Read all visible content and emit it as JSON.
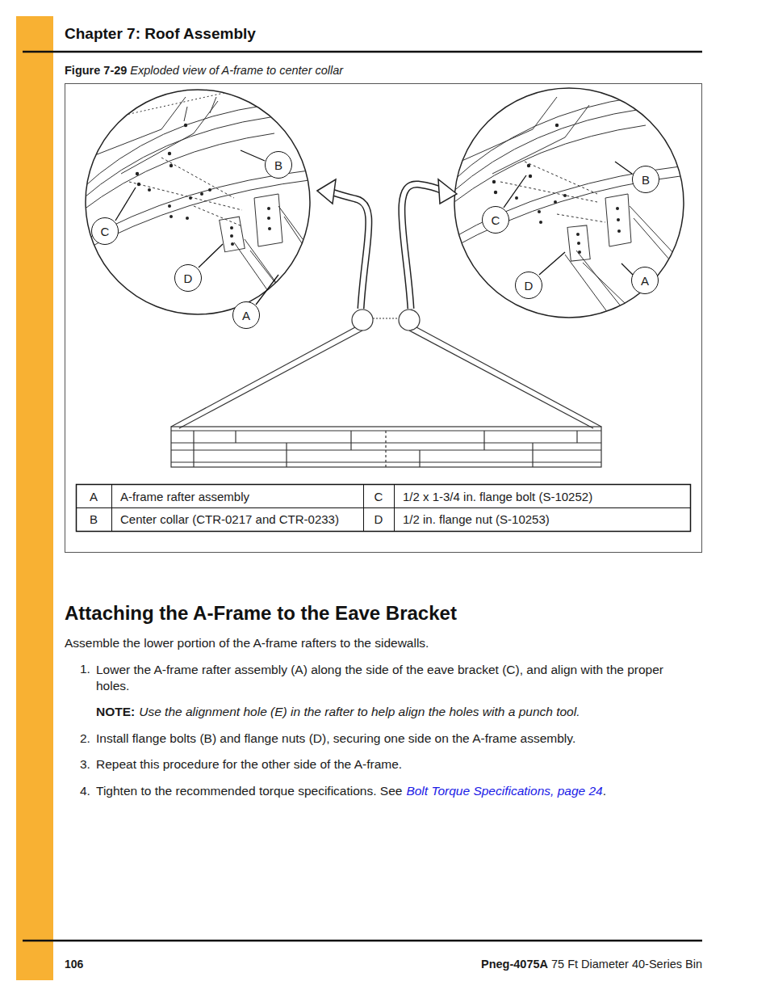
{
  "diagram": {
    "nodes": [
      {
        "text": [
          "B"
        ]
      },
      {
        "text": [
          "C"
        ]
      },
      {
        "text": [
          "D"
        ]
      },
      {
        "text": [
          "A"
        ]
      },
      {
        "text": [
          "B"
        ]
      },
      {
        "text": [
          "C"
        ]
      },
      {
        "text": [
          "D"
        ]
      },
      {
        "text": [
          "A"
        ]
      }
    ],
    "labels": [
      "Chapter 7: Roof Assembly",
      "Figure 7-29",
      "Exploded view of A-frame to center collar",
      "A",
      "A-frame rafter assembly",
      "C",
      "1/2 x 1-3/4 in. flange bolt (S-10252)",
      "B",
      "Center collar (CTR-0217 and CTR-0233)",
      "D",
      "1/2 in. flange nut (S-10253)",
      "Attaching the A-Frame to the Eave Bracket",
      "Assemble the lower portion of the A-frame rafters to the sidewalls.",
      "1.",
      "Lower the A-frame rafter assembly (A) along the side of the eave bracket (C), and align with the proper holes.",
      "NOTE:",
      "Use the alignment hole (E) in the rafter to help align the holes with a punch tool.",
      "2.",
      "Install flange bolts (B) and flange nuts (D), securing one side on the A-frame assembly.",
      "3.",
      "Repeat this procedure for the other side of the A-frame.",
      "4.",
      "Tighten to the recommended torque specifications. See",
      "Bolt Torque Specifications, page 24",
      ".",
      "106",
      "Pneg-4075A",
      "75 Ft Diameter 40-Series Bin"
    ]
  }
}
